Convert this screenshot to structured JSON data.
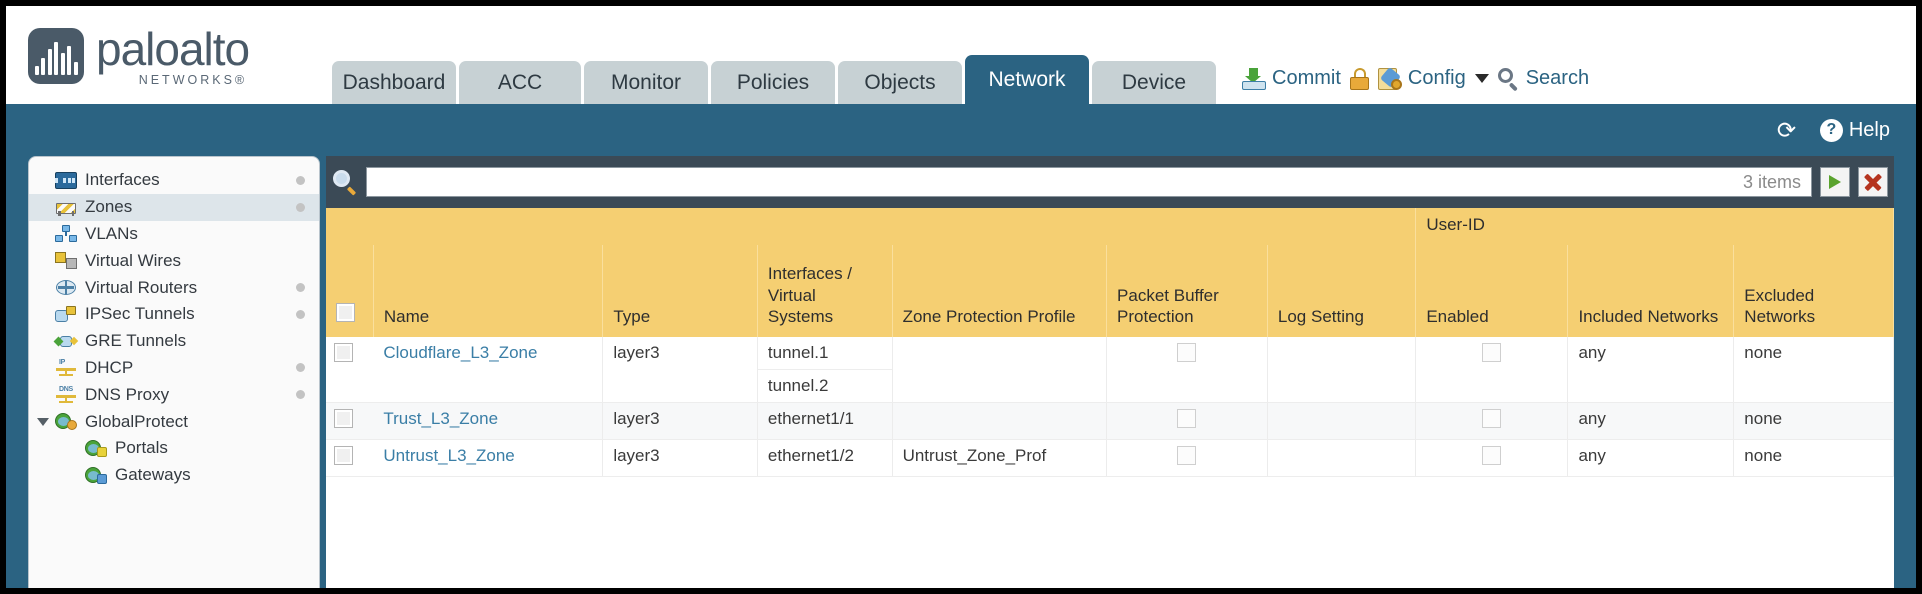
{
  "brand": {
    "name": "paloalto",
    "tagline": "NETWORKS",
    "registered": "®"
  },
  "nav_tabs": [
    {
      "label": "Dashboard",
      "active": false
    },
    {
      "label": "ACC",
      "active": false
    },
    {
      "label": "Monitor",
      "active": false
    },
    {
      "label": "Policies",
      "active": false
    },
    {
      "label": "Objects",
      "active": false
    },
    {
      "label": "Network",
      "active": true
    },
    {
      "label": "Device",
      "active": false
    }
  ],
  "top_actions": {
    "commit": "Commit",
    "config": "Config",
    "search": "Search"
  },
  "utility_bar": {
    "help": "Help"
  },
  "sidebar": {
    "items": [
      {
        "label": "Interfaces",
        "icon": "interfaces-icon",
        "selected": false,
        "dot": true,
        "child": false,
        "twisty": false
      },
      {
        "label": "Zones",
        "icon": "zones-icon",
        "selected": true,
        "dot": true,
        "child": false,
        "twisty": false
      },
      {
        "label": "VLANs",
        "icon": "vlans-icon",
        "selected": false,
        "dot": false,
        "child": false,
        "twisty": false
      },
      {
        "label": "Virtual Wires",
        "icon": "virtual-wires-icon",
        "selected": false,
        "dot": false,
        "child": false,
        "twisty": false
      },
      {
        "label": "Virtual Routers",
        "icon": "virtual-routers-icon",
        "selected": false,
        "dot": true,
        "child": false,
        "twisty": false
      },
      {
        "label": "IPSec Tunnels",
        "icon": "ipsec-tunnels-icon",
        "selected": false,
        "dot": true,
        "child": false,
        "twisty": false
      },
      {
        "label": "GRE Tunnels",
        "icon": "gre-tunnels-icon",
        "selected": false,
        "dot": false,
        "child": false,
        "twisty": false
      },
      {
        "label": "DHCP",
        "icon": "dhcp-icon",
        "selected": false,
        "dot": true,
        "child": false,
        "twisty": false
      },
      {
        "label": "DNS Proxy",
        "icon": "dns-proxy-icon",
        "selected": false,
        "dot": true,
        "child": false,
        "twisty": false
      },
      {
        "label": "GlobalProtect",
        "icon": "globalprotect-icon",
        "selected": false,
        "dot": false,
        "child": false,
        "twisty": true
      },
      {
        "label": "Portals",
        "icon": "portals-icon",
        "selected": false,
        "dot": false,
        "child": true,
        "twisty": false
      },
      {
        "label": "Gateways",
        "icon": "gateways-icon",
        "selected": false,
        "dot": false,
        "child": true,
        "twisty": false
      }
    ]
  },
  "toolbar": {
    "filter_value": "",
    "filter_placeholder": "",
    "items_count": "3 items",
    "apply_filter_label": "apply-filter",
    "clear_filter_label": "clear-filter"
  },
  "table": {
    "group_header": "User-ID",
    "columns": [
      "Name",
      "Type",
      "Interfaces / Virtual Systems",
      "Zone Protection Profile",
      "Packet Buffer Protection",
      "Log Setting",
      "Enabled",
      "Included Networks",
      "Excluded Networks"
    ],
    "rows": [
      {
        "name": "Cloudflare_L3_Zone",
        "type": "layer3",
        "interfaces": [
          "tunnel.1",
          "tunnel.2"
        ],
        "zone_protection_profile": "",
        "packet_buffer_protection": false,
        "log_setting": "",
        "userid_enabled": false,
        "included_networks": "any",
        "excluded_networks": "none"
      },
      {
        "name": "Trust_L3_Zone",
        "type": "layer3",
        "interfaces": [
          "ethernet1/1"
        ],
        "zone_protection_profile": "",
        "packet_buffer_protection": false,
        "log_setting": "",
        "userid_enabled": false,
        "included_networks": "any",
        "excluded_networks": "none"
      },
      {
        "name": "Untrust_L3_Zone",
        "type": "layer3",
        "interfaces": [
          "ethernet1/2"
        ],
        "zone_protection_profile": "Untrust_Zone_Prof",
        "packet_buffer_protection": false,
        "log_setting": "",
        "userid_enabled": false,
        "included_networks": "any",
        "excluded_networks": "none"
      }
    ]
  },
  "colors": {
    "brand_slate": "#4a5a68",
    "header_blue": "#2b6382",
    "table_header_yellow": "#f5cf72",
    "group_header_yellow": "#e0ac32",
    "link_blue": "#3a7ea6",
    "search_bar_dark": "#3b4a56"
  }
}
